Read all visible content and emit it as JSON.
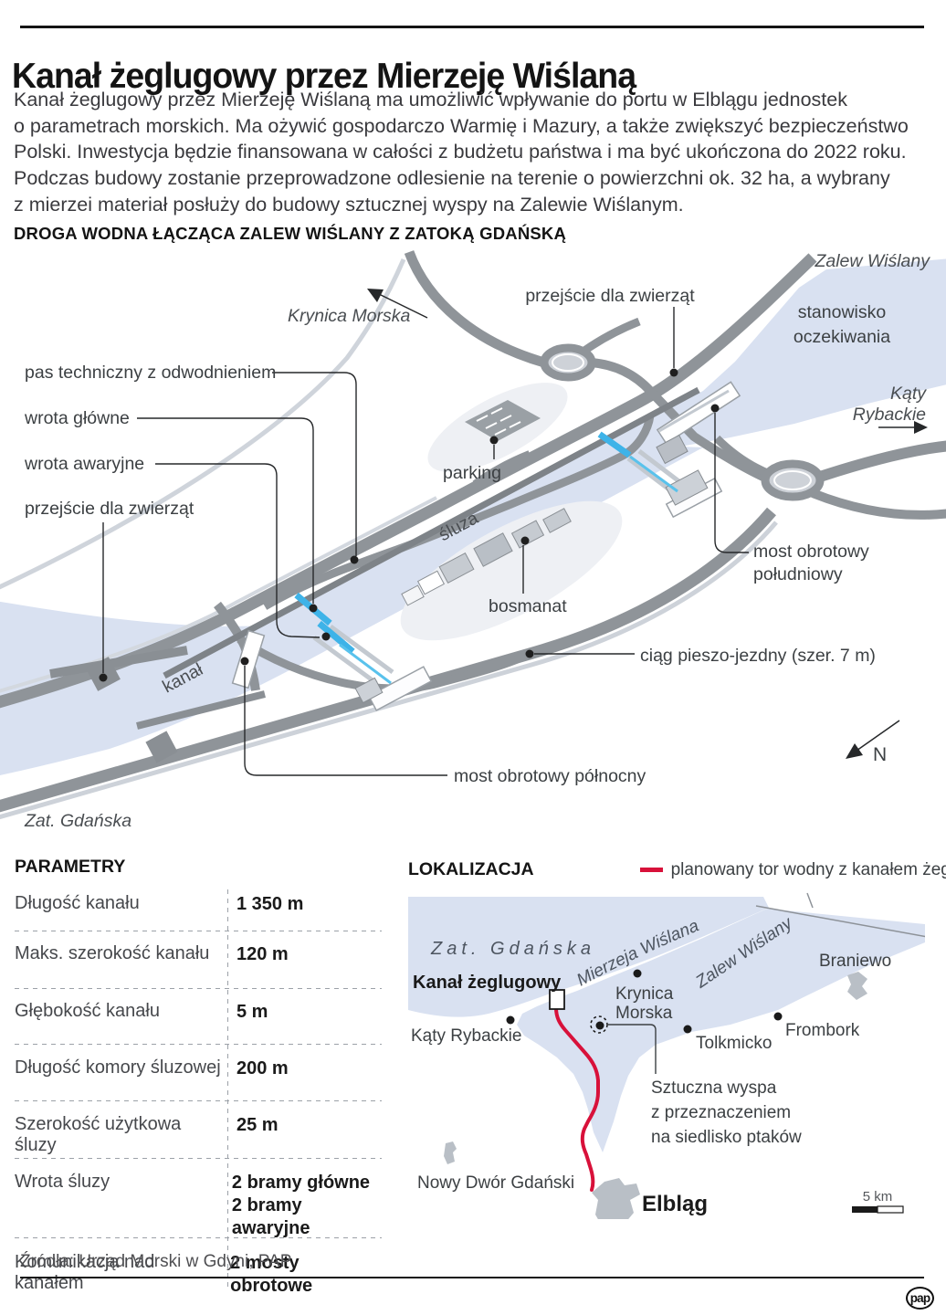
{
  "header": {
    "title": "Kanał żeglugowy przez Mierzeję Wiślaną",
    "intro_lines": [
      "Kanał żeglugowy przez Mierzeję Wiślaną ma umożliwić wpływanie do portu w Elblągu jednostek",
      "o parametrach morskich. Ma ożywić gospodarczo Warmię i Mazury, a także zwiększyć bezpieczeństwo",
      "Polski. Inwestycja będzie finansowana w całości z budżetu państwa i ma być ukończona do 2022 roku.",
      "Podczas budowy zostanie przeprowadzone odlesienie na terenie o powierzchni ok. 32 ha, a wybrany",
      "z mierzei materiał posłuży do budowy sztucznej wyspy na Zalewie Wiślanym."
    ],
    "section_title": "DROGA WODNA ŁĄCZĄCA ZALEW WIŚLANY Z ZATOKĄ GDAŃSKĄ"
  },
  "diagram": {
    "zalew_wislany": "Zalew Wiślany",
    "krynica_morska": "Krynica Morska",
    "przejscie_top": "przejście dla zwierząt",
    "stanowisko_1": "stanowisko",
    "stanowisko_2": "oczekiwania",
    "katy_1": "Kąty",
    "katy_2": "Rybackie",
    "pas_techniczny": "pas techniczny z odwodnieniem",
    "wrota_glowne": "wrota główne",
    "wrota_awaryjne": "wrota awaryjne",
    "przejscie_left": "przejście dla zwierząt",
    "parking": "parking",
    "sluza": "śluza",
    "bosmanat": "bosmanat",
    "most_pld_1": "most obrotowy",
    "most_pld_2": "południowy",
    "ciag": "ciąg pieszo-jezdny (szer. 7 m)",
    "kanal": "kanał",
    "most_pln": "most obrotowy północny",
    "zat_gdanska": "Zat. Gdańska",
    "compass_n": "N"
  },
  "parameters": {
    "title": "PARAMETRY",
    "rows": [
      {
        "label": "Długość kanału",
        "value": "1 350 m"
      },
      {
        "label": "Maks. szerokość kanału",
        "value": "120 m"
      },
      {
        "label": "Głębokość kanału",
        "value": "5 m"
      },
      {
        "label": "Długość komory śluzowej",
        "value": "200 m"
      },
      {
        "label": "Szerokość użytkowa śluzy",
        "value": "25 m"
      },
      {
        "label": "Wrota śluzy",
        "value": "2 bramy główne",
        "value2": "2 bramy awaryjne"
      },
      {
        "label": "Komunikacja nad kanałem",
        "value": "2 mosty obrotowe"
      }
    ]
  },
  "location": {
    "title": "LOKALIZACJA",
    "legend": "planowany tor wodny z kanałem żeglugowym",
    "zat_gdanska": "Zat. Gdańska",
    "mierzeja": "Mierzeja Wiślana",
    "zalew": "Zalew Wiślany",
    "kanal_zeglugowy": "Kanał żeglugowy",
    "krynica_1": "Krynica",
    "krynica_2": "Morska",
    "katy": "Kąty Rybackie",
    "braniewo": "Braniewo",
    "frombork": "Frombork",
    "tolkmicko": "Tolkmicko",
    "wyspa_1": "Sztuczna wyspa",
    "wyspa_2": "z przeznaczeniem",
    "wyspa_3": "na siedlisko ptaków",
    "nowy_dwor": "Nowy Dwór Gdański",
    "elblag": "Elbląg",
    "scale": "5 km"
  },
  "footer": {
    "sources": "Źródła: Urząd Morski w Gdyni, PAP",
    "logo": "pap"
  },
  "colors": {
    "water": "#d9e1f1",
    "road": "#8f9499",
    "road_dark": "#7e8388",
    "accent_blue": "#3eb3e8",
    "route_red": "#d8113a"
  }
}
